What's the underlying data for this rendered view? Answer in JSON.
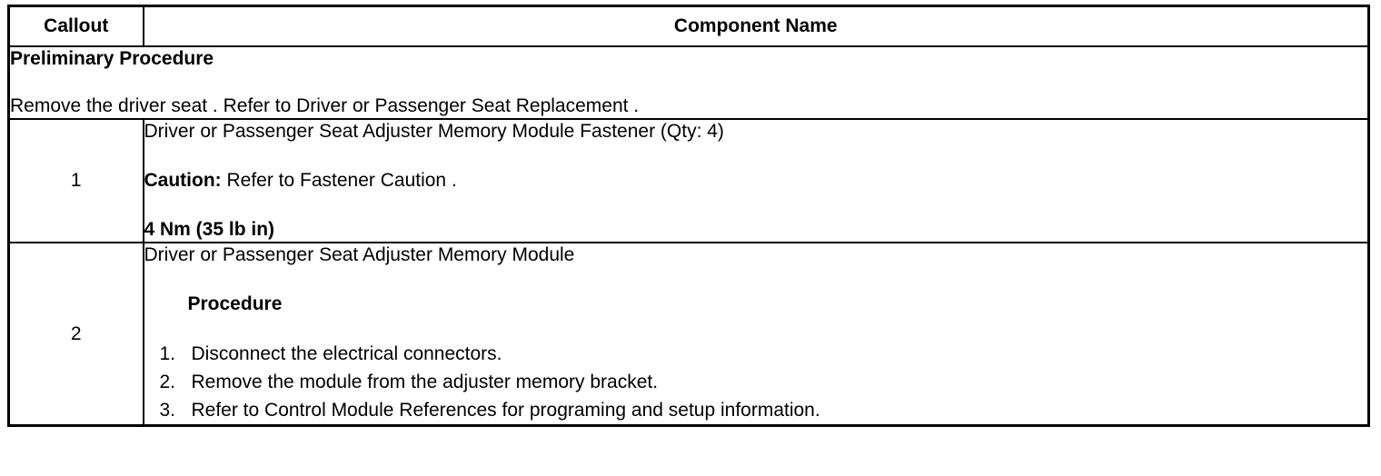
{
  "table": {
    "columns": [
      {
        "key": "callout",
        "label": "Callout"
      },
      {
        "key": "component",
        "label": "Component Name"
      }
    ],
    "preliminary": {
      "title": "Preliminary Procedure",
      "body": "Remove the driver seat . Refer to Driver or Passenger Seat Replacement ."
    },
    "rows": [
      {
        "callout": "1",
        "component_name": "Driver or Passenger Seat Adjuster Memory Module Fastener (Qty: 4)",
        "caution_label": "Caution:",
        "caution_text": " Refer to Fastener Caution .",
        "torque": "4 Nm (35 lb in)"
      },
      {
        "callout": "2",
        "component_name": "Driver or Passenger Seat Adjuster Memory Module",
        "procedure_heading": "Procedure",
        "steps": [
          {
            "num": "1.",
            "text": "Disconnect the electrical connectors."
          },
          {
            "num": "2.",
            "text": "Remove the module from the adjuster memory bracket."
          },
          {
            "num": "3.",
            "text": "Refer to Control Module References for programing and setup information."
          }
        ]
      }
    ]
  },
  "style": {
    "border_color": "#000000",
    "text_color": "#000000",
    "background": "#ffffff"
  }
}
